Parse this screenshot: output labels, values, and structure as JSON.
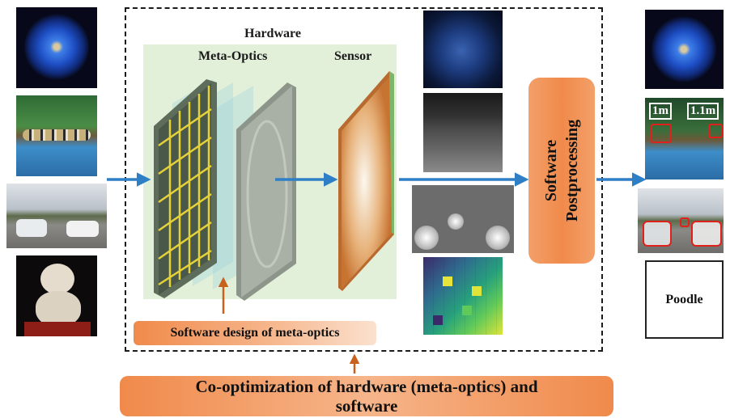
{
  "hardware": {
    "title": "Hardware",
    "meta_optics_label": "Meta-Optics",
    "sensor_label": "Sensor",
    "software_design_label": "Software design of meta-optics"
  },
  "software": {
    "label_line1": "Software",
    "label_line2": "Postprocessing"
  },
  "outputs": {
    "depth_label_1": "1m",
    "depth_label_2": "1.1m",
    "classification": "Poodle"
  },
  "footer": {
    "line1": "Co-optimization of hardware (meta-optics) and",
    "line2": "software"
  },
  "colors": {
    "arrow_blue": "#2f7fc6",
    "orange": "#f08a4b",
    "orange_arrow": "#c9601c",
    "green_panel": "#e2efd9",
    "grid_yellow": "#e5d13a",
    "detection_red": "#e0201a"
  },
  "icons": {
    "input_images": [
      "flower-image",
      "ducks-image",
      "cars-image",
      "dog-image"
    ],
    "sensor_outputs": [
      "blurred-flower-image",
      "depth-map-image",
      "psf-image",
      "heatmap-image"
    ],
    "output_images": [
      "restored-flower-image",
      "depth-detection-image",
      "car-detection-image"
    ]
  }
}
